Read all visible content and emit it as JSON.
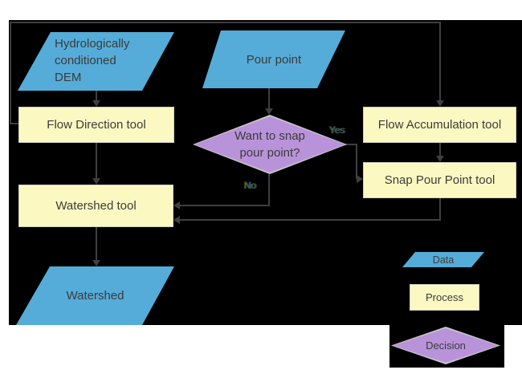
{
  "nodes": {
    "dem": {
      "lines": [
        "Hydrologically",
        "conditioned",
        "DEM"
      ]
    },
    "pour_point": {
      "label": "Pour point"
    },
    "flow_direction": {
      "label": "Flow Direction tool"
    },
    "flow_accumulation": {
      "label": "Flow Accumulation tool"
    },
    "snap_pour_point": {
      "label": "Snap Pour Point tool"
    },
    "decision": {
      "lines": [
        "Want to snap",
        "pour point?"
      ]
    },
    "watershed_tool": {
      "label": "Watershed tool"
    },
    "watershed": {
      "label": "Watershed"
    }
  },
  "edge_labels": {
    "yes": "Yes",
    "no": "No"
  },
  "legend": {
    "data": "Data",
    "process": "Process",
    "decision": "Decision"
  },
  "colors": {
    "page": "#ffffff",
    "background": "#000000",
    "data_fill": "#55acd8",
    "process_fill": "#fbf9c1",
    "process_border": "#cfcfc0",
    "decision_fill": "#b993da",
    "shape_border": "#c9c9c9",
    "connector": "#3f3f3f",
    "node_text": "#3b3b3b",
    "edge_label_text": "#4a5260"
  }
}
